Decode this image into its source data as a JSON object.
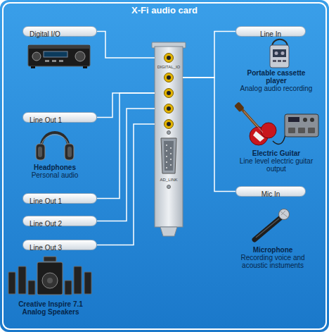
{
  "diagram": {
    "title": "X-Fi audio card",
    "nodes": [
      {
        "text": [
          "Digital I/O"
        ]
      },
      {
        "text": [
          "Line In"
        ]
      },
      {
        "text": [
          "DIGITAL_IO",
          "AD_LINK"
        ]
      },
      {
        "text": [
          "Line Out 1"
        ]
      },
      {
        "text": [
          "Mic In"
        ]
      },
      {
        "text": [
          "Line Out 1"
        ]
      },
      {
        "text": [
          "Line Out 2"
        ]
      },
      {
        "text": [
          "Line Out 3"
        ]
      }
    ],
    "edges": [
      {
        "from": 0,
        "to": 2,
        "arrow": "none"
      },
      {
        "from": 1,
        "to": 2,
        "arrow": "none"
      },
      {
        "from": 3,
        "to": 2,
        "arrow": "none"
      },
      {
        "from": 4,
        "to": 2,
        "arrow": "none"
      },
      {
        "from": 5,
        "to": 2,
        "arrow": "none"
      },
      {
        "from": 6,
        "to": 2,
        "arrow": "none"
      },
      {
        "from": 7,
        "to": 2,
        "arrow": "none"
      }
    ],
    "labels": [
      "Portable cassette player",
      "Analog audio recording",
      "Headphones",
      "Personal audio",
      "Electric Guitar",
      "Line level electric guitar output",
      "Microphone",
      "Recording voice and acoustic instuments",
      "Creative Inspire 7.1 Analog Speakers"
    ]
  }
}
